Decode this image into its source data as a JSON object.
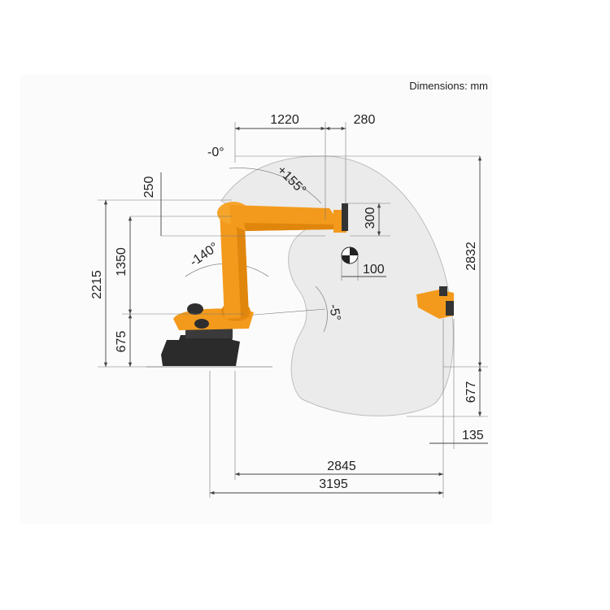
{
  "units_label": "Dimensions: mm",
  "dimensions": {
    "arm_length": "1220",
    "wrist_offset": "280",
    "arm_offset": "250",
    "total_height": "2215",
    "shoulder_height_arm": "1350",
    "base_height": "675",
    "flange_offset_vertical": "300",
    "tcp_offset": "100",
    "max_height": "2832",
    "below_base": "677",
    "flange_extra": "135",
    "reach": "2845",
    "total_reach": "3195"
  },
  "angles": {
    "a1_upper": "-0°",
    "a2_upper": "+155°",
    "a2_lower": "-140°",
    "a3_lower": "-5°"
  },
  "colors": {
    "robot_orange": "#f39a1c",
    "robot_dark": "#2a2a2a",
    "envelope": "#ebebeb"
  }
}
